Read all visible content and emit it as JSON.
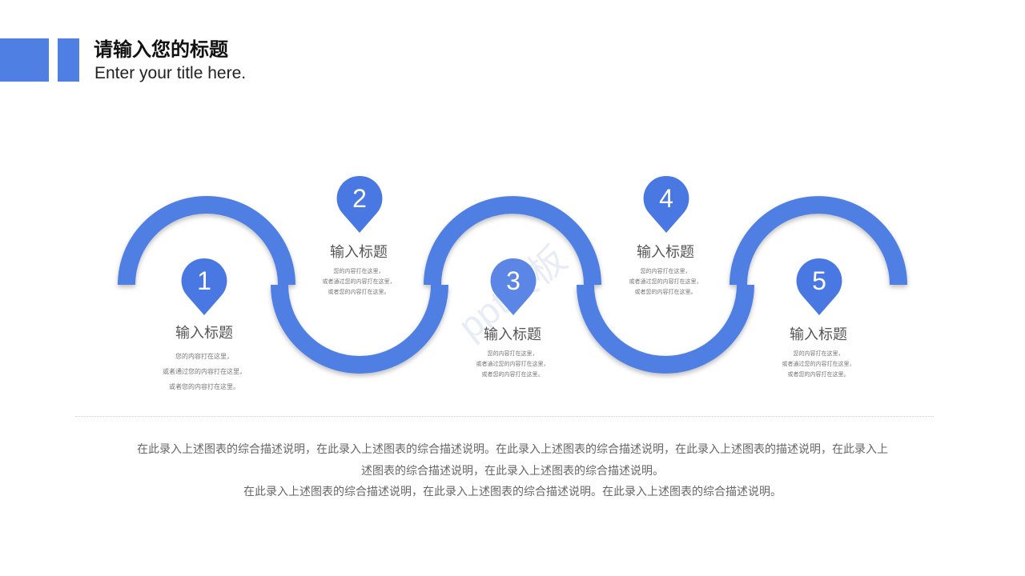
{
  "header": {
    "title_cn": "请输入您的标题",
    "title_en": "Enter your title here."
  },
  "steps": [
    {
      "number": "1",
      "title": "输入标题",
      "desc": [
        "您的内容打在这里，",
        "或者通过您的内容打在这里，",
        "或者您的内容打在这里。"
      ]
    },
    {
      "number": "2",
      "title": "输入标题",
      "desc": [
        "您的内容打在这里，",
        "或者通过您的内容打在这里，",
        "或者您的内容打在这里。"
      ]
    },
    {
      "number": "3",
      "title": "输入标题",
      "desc": [
        "您的内容打在这里，",
        "或者通过您的内容打在这里，",
        "或者您的内容打在这里。"
      ]
    },
    {
      "number": "4",
      "title": "输入标题",
      "desc": [
        "您的内容打在这里，",
        "或者通过您的内容打在这里，",
        "或者您的内容打在这里。"
      ]
    },
    {
      "number": "5",
      "title": "输入标题",
      "desc": [
        "您的内容打在这里，",
        "或者通过您的内容打在这里，",
        "或者您的内容打在这里。"
      ]
    }
  ],
  "summary": {
    "line1": "在此录入上述图表的综合描述说明，在此录入上述图表的综合描述说明。在此录入上述图表的综合描述说明，在此录入上述图表的描述说明，在此录入上",
    "line2": "述图表的综合描述说明，在此录入上述图表的综合描述说明。",
    "line3": "在此录入上述图表的综合描述说明，在此录入上述图表的综合描述说明。在此录入上述图表的综合描述说明。"
  },
  "watermark": "ppt模板",
  "colors": {
    "accent": "#4f7fe3",
    "pin": "#4a78e2"
  }
}
